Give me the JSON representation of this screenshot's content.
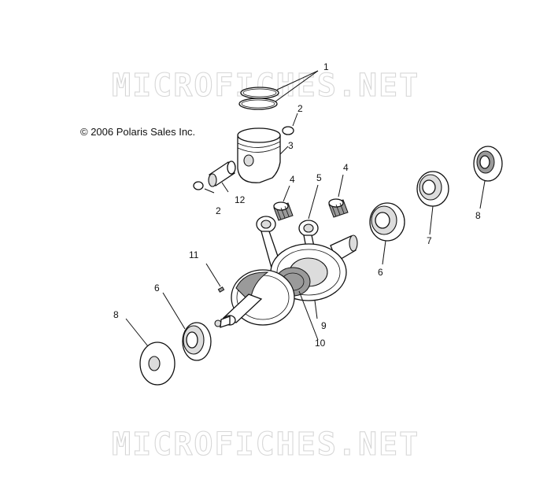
{
  "watermark": {
    "top": "MICROFICHES.NET",
    "bottom": "MICROFICHES.NET"
  },
  "copyright": "© 2006 Polaris Sales Inc.",
  "callouts": {
    "rings": "1",
    "circlip_upper": "2",
    "circlip_lower": "2",
    "piston": "3",
    "needle_bearing_left": "4",
    "needle_bearing_right": "4",
    "connecting_rod": "5",
    "bearing_left": "6",
    "bearing_right": "6",
    "bearing_outer": "7",
    "seal_left": "8",
    "seal_right": "8",
    "crankshaft": "9",
    "center_seal": "10",
    "key": "11",
    "wrist_pin": "12"
  },
  "colors": {
    "line": "#111111",
    "watermark": "#d7d7d7",
    "shade": "#9a9a9a"
  }
}
